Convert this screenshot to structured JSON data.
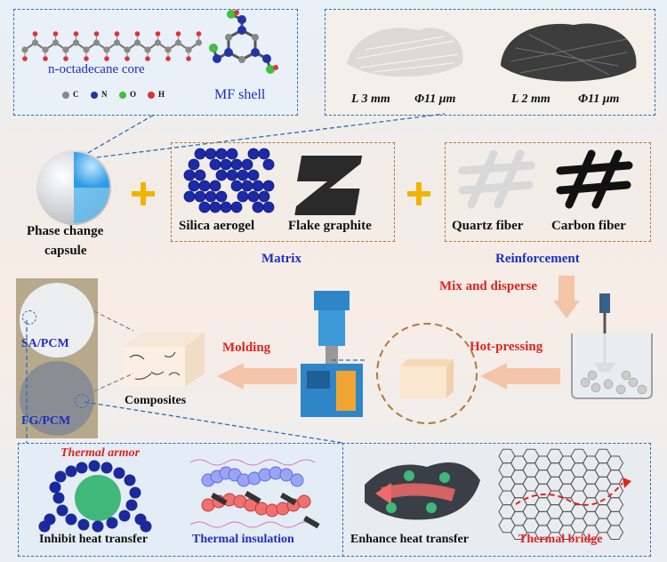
{
  "top_left": {
    "core_label": "n-octadecane core",
    "shell_label": "MF shell",
    "atom_legend": [
      "C",
      "N",
      "O",
      "H"
    ]
  },
  "top_right": {
    "quartz_len": "L 3 mm",
    "quartz_dia": "Φ11 μm",
    "carbon_len": "L 2 mm",
    "carbon_dia": "Φ11 μm"
  },
  "middle": {
    "capsule_label_1": "Phase change",
    "capsule_label_2": "capsule",
    "silica_label": "Silica aerogel",
    "graphite_label": "Flake graphite",
    "quartz_label": "Quartz fiber",
    "carbon_label": "Carbon fiber",
    "matrix_label": "Matrix",
    "reinforcement_label": "Reinforcement"
  },
  "process": {
    "mix_label": "Mix and disperse",
    "hot_label": "Hot-pressing",
    "molding_label": "Molding",
    "composites_label": "Composites",
    "sa_label": "SA/PCM",
    "fg_label": "FG/PCM"
  },
  "bottom": {
    "armor_label": "Thermal armor",
    "inhibit_label": "Inhibit heat transfer",
    "insulation_label": "Thermal insulation",
    "enhance_label": "Enhance heat transfer",
    "bridge_label": "Thermal bridge"
  },
  "colors": {
    "dash_blue": "#2e6db5",
    "dash_orange": "#b5773a",
    "label_blue": "#1f2fbf",
    "label_red": "#e0231f",
    "plus_gold": "#f0b400",
    "arrow_peach": "#f4c4a8"
  }
}
